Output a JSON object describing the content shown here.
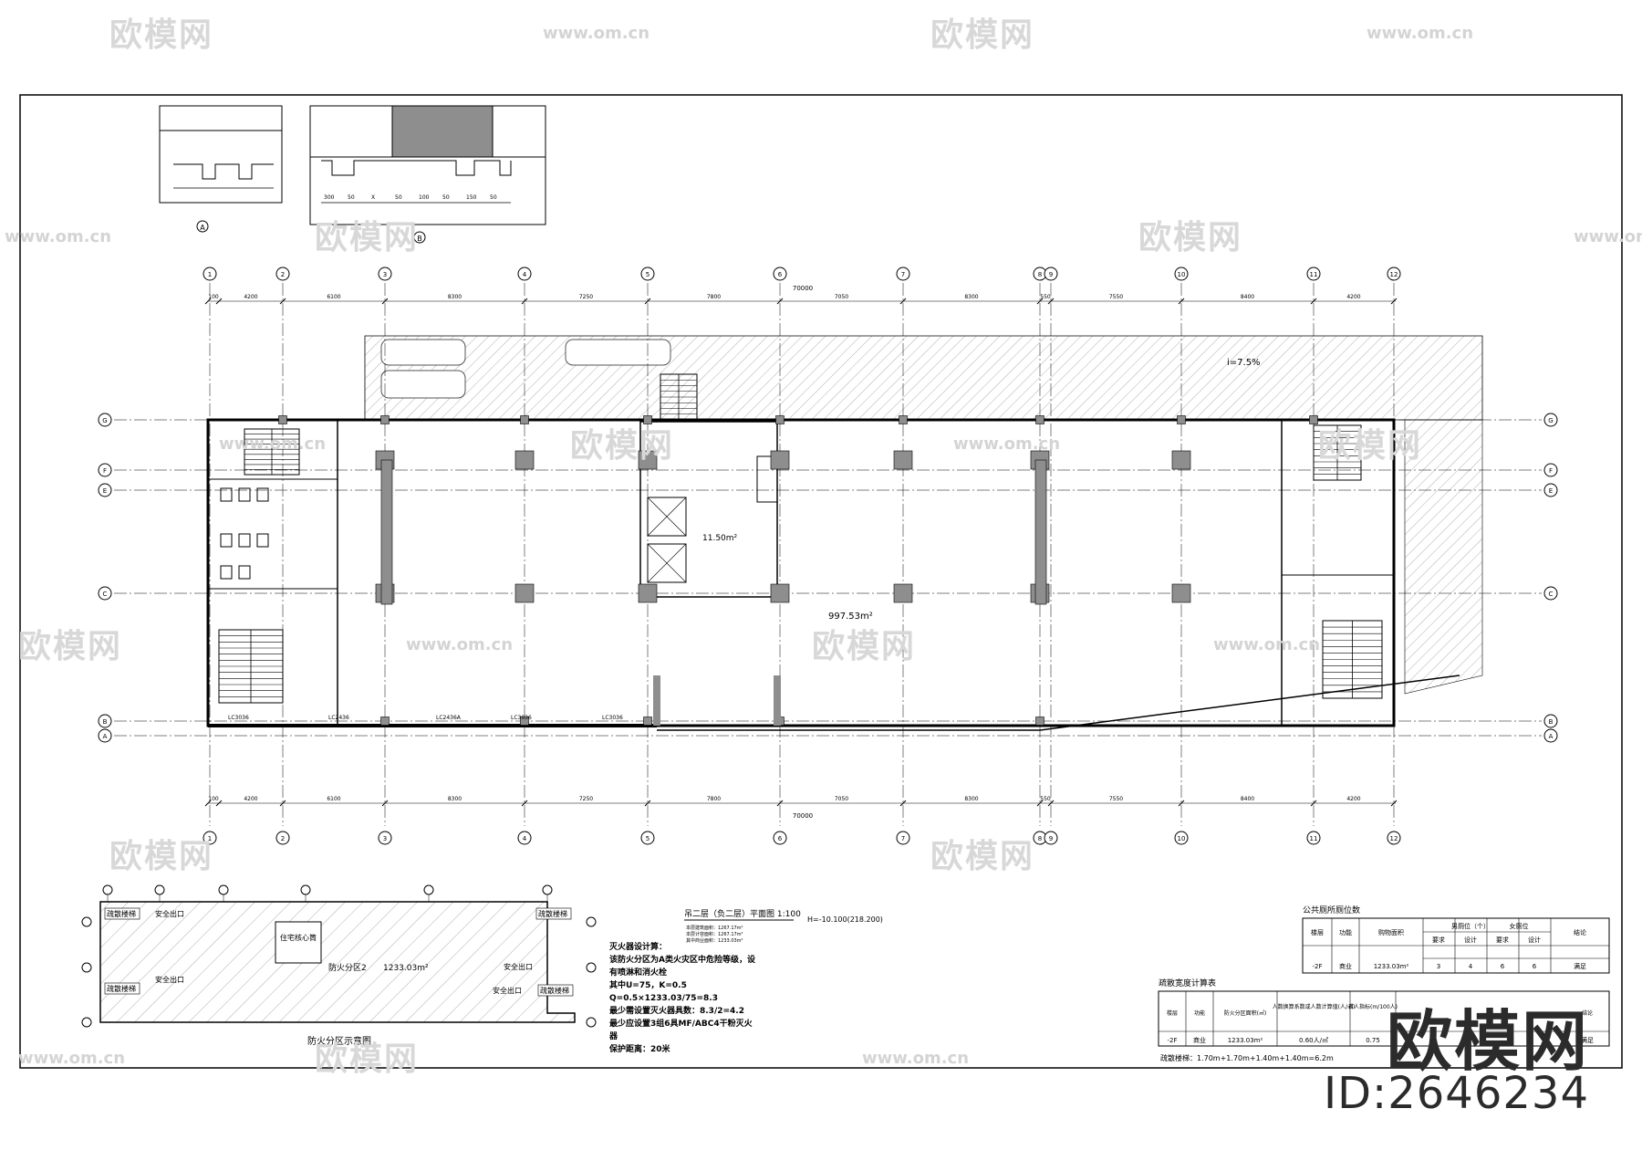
{
  "watermark": {
    "brand": "欧模网",
    "url": "www.om.cn"
  },
  "corner_brand": {
    "name": "欧模网",
    "id": "ID:2646234"
  },
  "plan": {
    "axes_top": [
      "1",
      "2",
      "3",
      "4",
      "5",
      "6",
      "7",
      "8",
      "9",
      "10",
      "11",
      "12"
    ],
    "axes_side": [
      "A",
      "B",
      "C",
      "E",
      "F",
      "G"
    ],
    "dims_top": [
      "100",
      "4200",
      "6100",
      "8300",
      "7250",
      "7800",
      "7050",
      "8300",
      "550",
      "7550",
      "8400",
      "4200"
    ],
    "total": "70000",
    "area_main": "997.53m²",
    "area_small": "11.50m²",
    "ramp_note": "i=7.5%",
    "door_tags": [
      "LC3036",
      "LC2436",
      "LC2436A",
      "LC3036",
      "LC3036"
    ]
  },
  "details": {
    "left_marker": "A",
    "right_marker": "B",
    "dims": [
      "300",
      "50",
      "X",
      "50",
      "100",
      "50",
      "150",
      "50"
    ]
  },
  "zone_plan": {
    "exits": [
      "安全出口",
      "安全出口",
      "安全出口",
      "安全出口"
    ],
    "stairs": [
      "疏散楼梯",
      "疏散楼梯",
      "疏散楼梯",
      "疏散楼梯"
    ],
    "zone_label": "防火分区2",
    "zone_area": "1233.03m²",
    "core_label": "住宅核心筒",
    "caption": "防火分区示意图"
  },
  "plan_title": "吊二层（负二层）平面图 1:100",
  "elev_tag": "H=-10.100(218.200)",
  "area_notes": [
    "本层建筑面积：1267.17m²",
    "本层计容面积：1267.17m²",
    "其中商业面积：1233.03m²"
  ],
  "extinguisher": {
    "title": "灭火器设计算：",
    "lines": [
      "该防火分区为A类火灾区中危险等级，设",
      "有喷淋和消火栓",
      "其中U=75，K=0.5",
      "Q=0.5×1233.03/75=8.3",
      "最少需设置灭火器具数：8.3/2=4.2",
      "最少应设置3组6具MF/ABC4干粉灭火",
      "器",
      "保护距离：20米"
    ]
  },
  "toilet_table": {
    "title": "公共厕所厕位数",
    "headers": [
      "楼层",
      "功能",
      "购物面积",
      "男厕位（个）",
      "女厕位",
      "结论"
    ],
    "sub": [
      "要求",
      "设计",
      "要求",
      "设计"
    ],
    "row": [
      "-2F",
      "商业",
      "1233.03m²",
      "3",
      "4",
      "6",
      "6",
      "满足"
    ]
  },
  "evac_table": {
    "title": "疏散宽度计算表",
    "headers": [
      "楼层",
      "功能",
      "防火分区面积(㎡)",
      "人数换算系数或人数计算值(人/㎡)",
      "百人指标(m/100人)",
      "结论"
    ],
    "row": [
      "-2F",
      "商业",
      "1233.03m²",
      "0.60人/㎡",
      "0.75",
      "满足"
    ],
    "footer": "疏散楼梯：1.70m+1.70m+1.40m+1.40m=6.2m"
  },
  "colors": {
    "line": "#000000",
    "hatch": "#9a9a9a",
    "watermark": "#d6d6d6",
    "brand": "#2b2b2b"
  }
}
